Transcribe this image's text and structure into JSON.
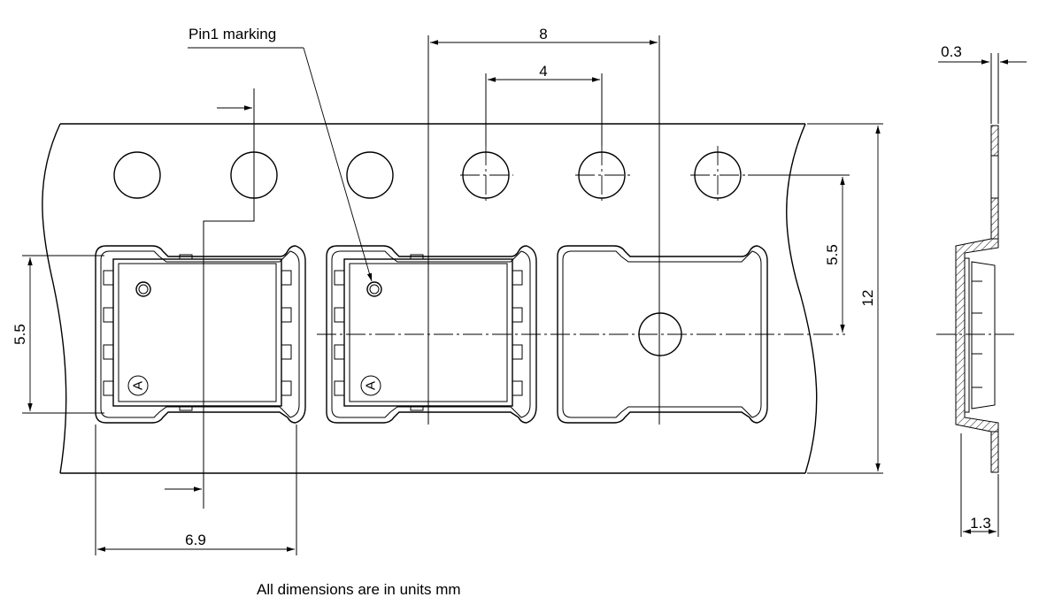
{
  "labels": {
    "pin1_marking": "Pin1 marking",
    "pitch_outer": "8",
    "pitch_holes": "4",
    "thickness": "0.3",
    "row_offset": "5.5",
    "tape_width": "12",
    "pocket_height": "5.5",
    "pocket_width": "6.9",
    "depth": "1.3",
    "device_mark": "A",
    "units_note": "All dimensions are in units mm"
  },
  "colors": {
    "line": "#000000",
    "background": "#ffffff"
  }
}
